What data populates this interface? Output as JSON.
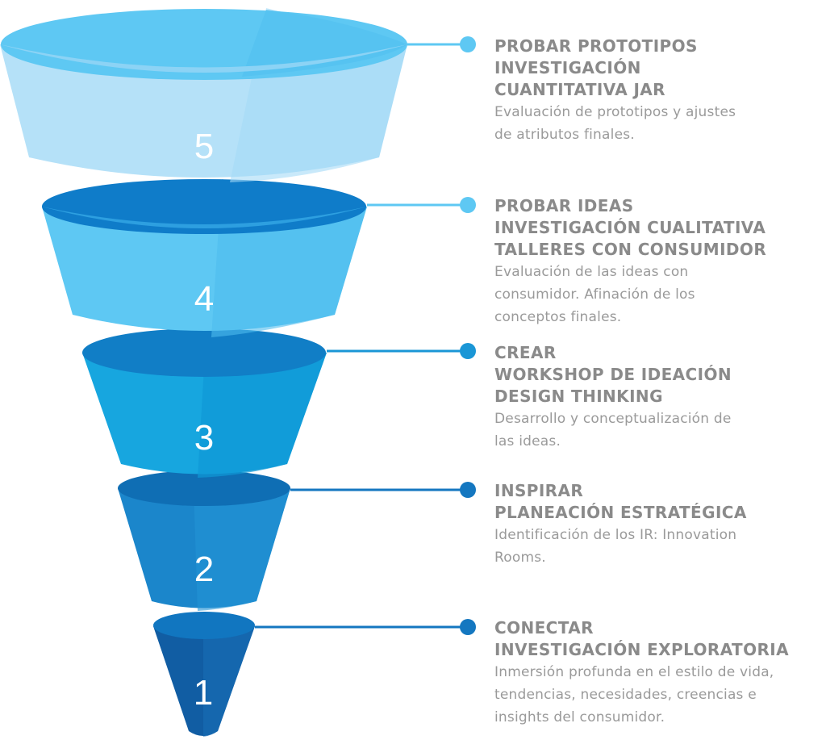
{
  "colors": {
    "stage5": "#b5e1f8",
    "stage5_rim": "#5ec8f3",
    "stage4": "#5ec8f3",
    "stage4_rim": "#0f7cc9",
    "stage3": "#17a6df",
    "stage3_rim": "#117ec6",
    "stage2": "#1b86cb",
    "stage2_rim": "#0f6eb4",
    "stage1": "#115da3",
    "stage1_rim": "#1176c0",
    "title_text": "#8a8a8a",
    "desc_text": "#9a9a9a"
  },
  "stages": [
    {
      "number": "5",
      "title_lines": [
        "PROBAR PROTOTIPOS",
        "INVESTIGACIÓN",
        "CUANTITATIVA JAR"
      ],
      "desc_lines": [
        "Evaluación de prototipos y ajustes",
        "de atributos finales."
      ],
      "line_color": "#5ec8f3"
    },
    {
      "number": "4",
      "title_lines": [
        "PROBAR IDEAS",
        "INVESTIGACIÓN CUALITATIVA",
        "TALLERES CON CONSUMIDOR"
      ],
      "desc_lines": [
        "Evaluación de las ideas con",
        "consumidor. Afinación de los",
        "conceptos finales."
      ],
      "line_color": "#5ec8f3"
    },
    {
      "number": "3",
      "title_lines": [
        "CREAR",
        "WORKSHOP DE IDEACIÓN",
        "DESIGN THINKING"
      ],
      "desc_lines": [
        "Desarrollo y conceptualización de",
        "las ideas."
      ],
      "line_color": "#1a96d6"
    },
    {
      "number": "2",
      "title_lines": [
        "INSPIRAR",
        "PLANEACIÓN ESTRATÉGICA"
      ],
      "desc_lines": [
        "Identificación de los IR: Innovation",
        "Rooms."
      ],
      "line_color": "#1477c0"
    },
    {
      "number": "1",
      "title_lines": [
        "CONECTAR",
        "INVESTIGACIÓN EXPLORATORIA"
      ],
      "desc_lines": [
        "Inmersión profunda en el estilo de vida,",
        "tendencias, necesidades, creencias e",
        "insights del consumidor."
      ],
      "line_color": "#1477c0"
    }
  ]
}
